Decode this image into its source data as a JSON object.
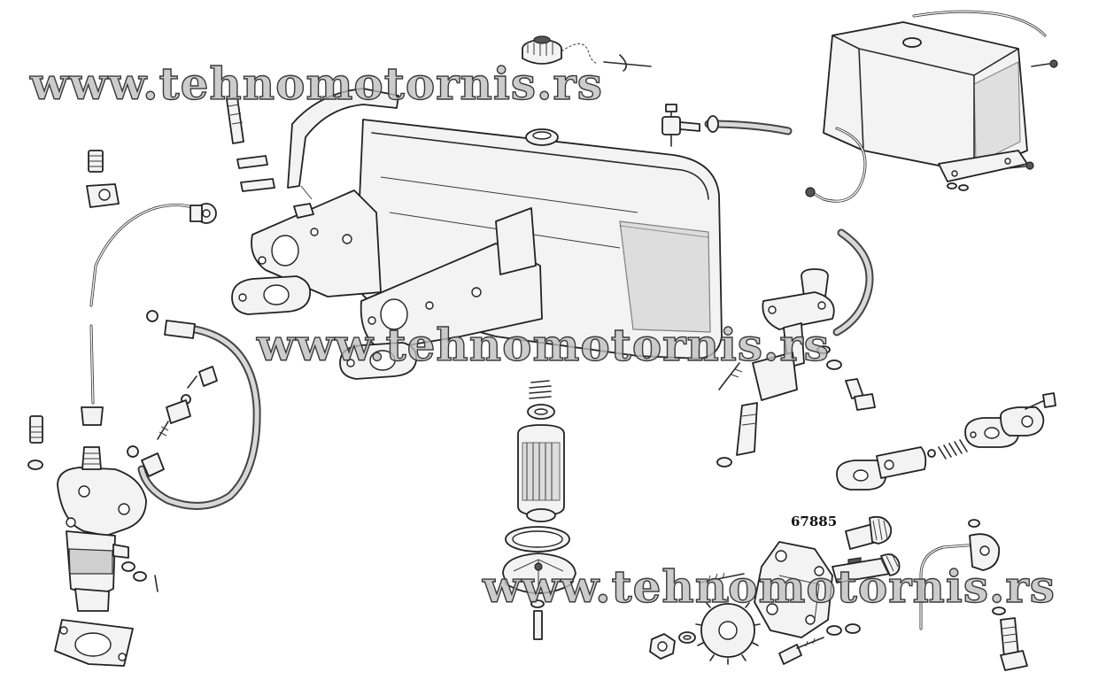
{
  "watermarks": [
    "www.tehnomotornis.rs",
    "www.tehnomotornis.rs",
    "www.tehnomotornis.rs"
  ],
  "part_label": "67885",
  "colors": {
    "line": "#2a2a2a",
    "background": "#ffffff",
    "watermark_fill": "#bebebe"
  }
}
